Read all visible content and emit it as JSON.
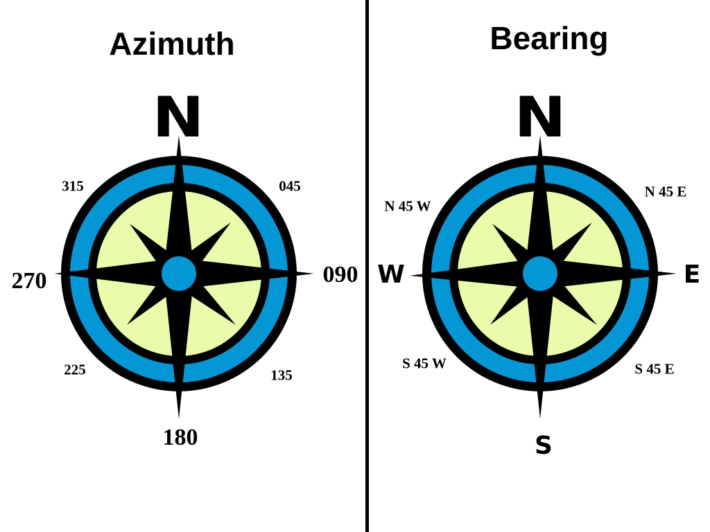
{
  "colors": {
    "ring_blue": "#0596d6",
    "face_green": "#e9fcac",
    "ink": "#000000"
  },
  "azimuth": {
    "title": "Azimuth",
    "north": "N",
    "labels": {
      "d045": "045",
      "d090": "090",
      "d135": "135",
      "d180": "180",
      "d225": "225",
      "d270": "270",
      "d315": "315"
    }
  },
  "bearing": {
    "title": "Bearing",
    "north": "N",
    "east": "E",
    "south": "S",
    "west": "W",
    "labels": {
      "ne": "N 45 E",
      "nw": "N 45 W",
      "se": "S 45 E",
      "sw": "S 45 W"
    }
  }
}
